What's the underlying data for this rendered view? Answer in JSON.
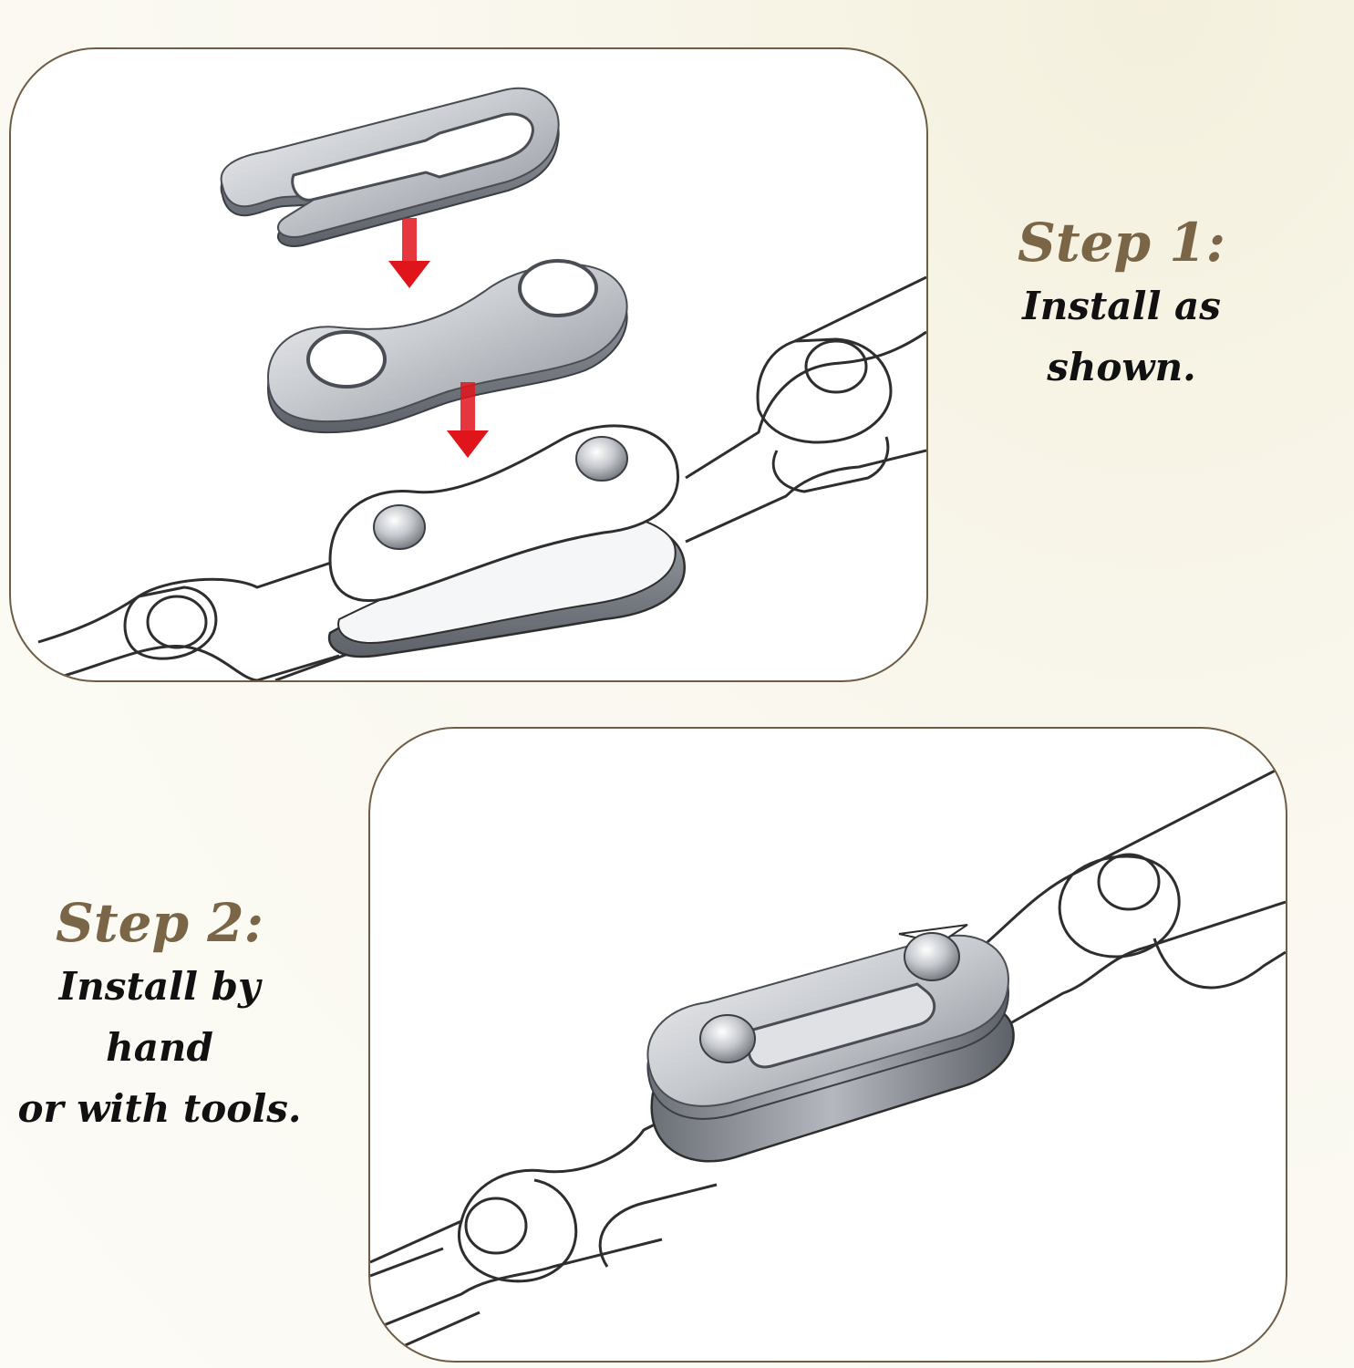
{
  "colors": {
    "accent": "#7a6547",
    "frame": "#6e5d45",
    "arrow": "#e0141b",
    "outline": "#2e2e2e",
    "steel": "#c9ccd0"
  },
  "step1": {
    "title": "Step 1:",
    "text_line1": "Install as",
    "text_line2": "shown."
  },
  "step2": {
    "title": "Step 2:",
    "text_line1": "Install by hand",
    "text_line2": "or with tools."
  }
}
